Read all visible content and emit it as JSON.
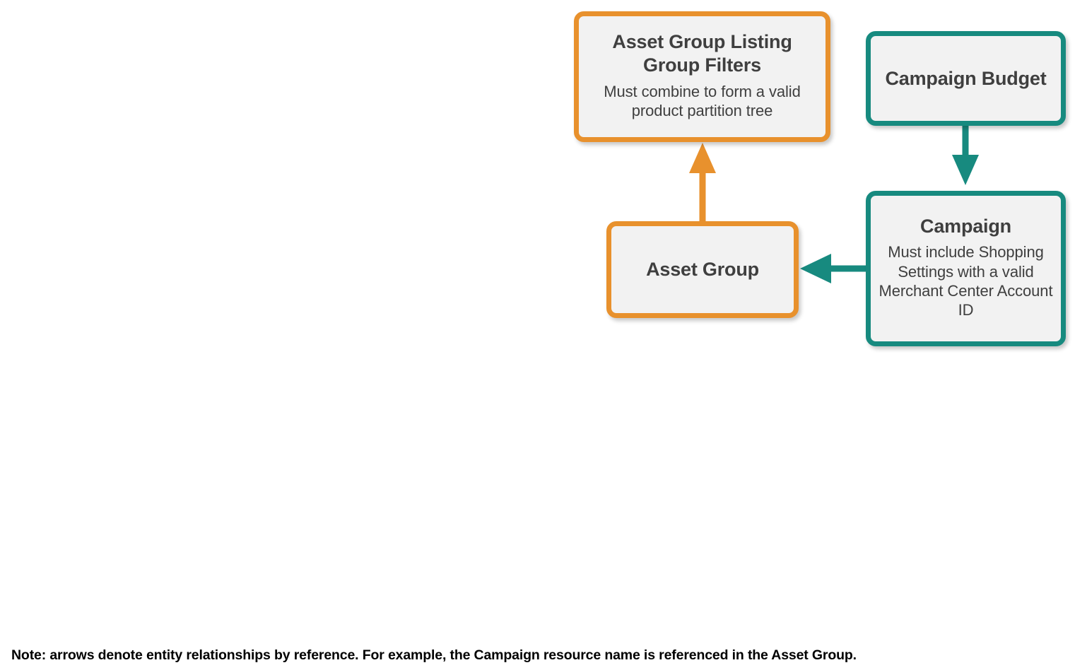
{
  "diagram": {
    "colors": {
      "orange": "#e8912d",
      "teal": "#178a7f",
      "node_fill": "#f2f2f2",
      "text": "#3f3f3f",
      "footnote_text": "#000000",
      "background": "#ffffff"
    },
    "nodes": [
      {
        "id": "asset-group-listing-group-filters",
        "title": "Asset Group Listing Group Filters",
        "description": "Must combine to form a valid product partition tree",
        "color": "orange"
      },
      {
        "id": "campaign-budget",
        "title": "Campaign Budget",
        "description": "",
        "color": "teal"
      },
      {
        "id": "asset-group",
        "title": "Asset Group",
        "description": "",
        "color": "orange"
      },
      {
        "id": "campaign",
        "title": "Campaign",
        "description": "Must include Shopping Settings with a valid Merchant Center Account ID",
        "color": "teal"
      }
    ],
    "edges": [
      {
        "id": "asset-group-to-listing-group-filters",
        "from": "asset-group",
        "to": "asset-group-listing-group-filters",
        "direction": "up",
        "color": "orange"
      },
      {
        "id": "campaign-budget-to-campaign",
        "from": "campaign-budget",
        "to": "campaign",
        "direction": "down",
        "color": "teal"
      },
      {
        "id": "campaign-to-asset-group",
        "from": "campaign",
        "to": "asset-group",
        "direction": "left",
        "color": "teal"
      }
    ],
    "footnote": "Note: arrows denote entity relationships by reference. For example, the Campaign resource name is referenced in the Asset Group."
  }
}
